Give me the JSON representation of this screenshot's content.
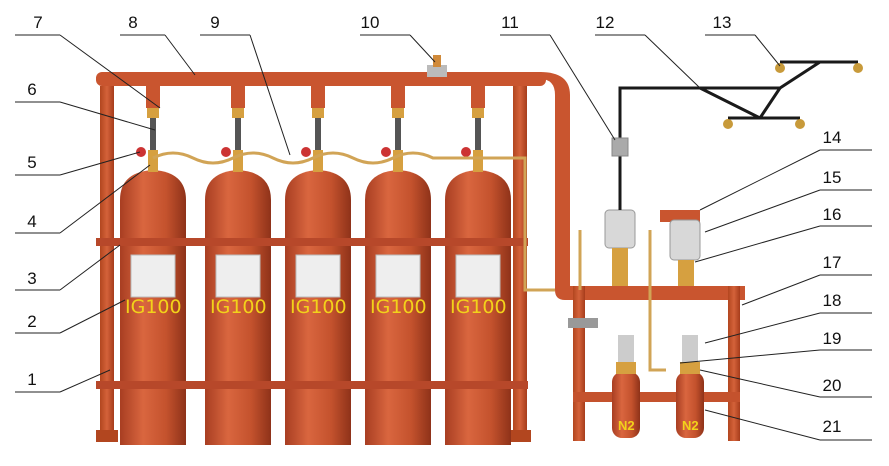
{
  "diagram": {
    "title_labels": [
      "1",
      "2",
      "3",
      "4",
      "5",
      "6",
      "7",
      "8",
      "9",
      "10",
      "11",
      "12",
      "13",
      "14",
      "15",
      "16",
      "17",
      "18",
      "19",
      "20",
      "21"
    ],
    "cylinder_text": "IG100",
    "pilot_cylinder_text": "N2",
    "colors": {
      "cylinder": "#c9502c",
      "frame": "#c5532e",
      "brass": "#d4a64a",
      "pipe_black": "#1a1a1a",
      "label_text": "#f2d21a"
    }
  }
}
